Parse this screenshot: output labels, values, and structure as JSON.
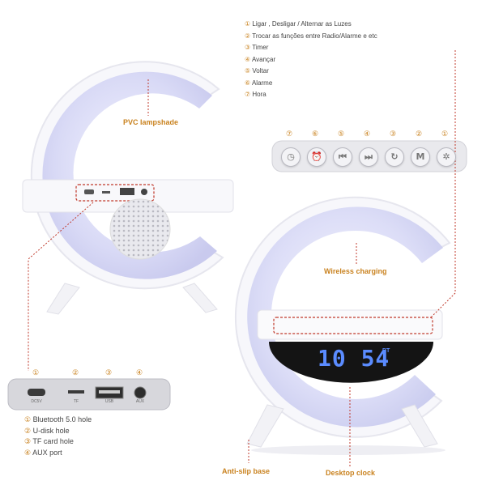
{
  "functions_legend": [
    {
      "num": "①",
      "text": "Ligar , Desligar / Alternar as Luzes"
    },
    {
      "num": "②",
      "text": "Trocar as funções entre Radio/Alarme e etc"
    },
    {
      "num": "③",
      "text": "Timer"
    },
    {
      "num": "④",
      "text": "Avançar"
    },
    {
      "num": "⑤",
      "text": "Voltar"
    },
    {
      "num": "⑥",
      "text": "Alarme"
    },
    {
      "num": "⑦",
      "text": "Hora"
    }
  ],
  "button_panel": {
    "numbers": [
      "⑦",
      "⑥",
      "⑤",
      "④",
      "③",
      "②",
      "①"
    ],
    "icons": [
      "clock-icon",
      "alarm-icon",
      "previous-icon",
      "next-icon",
      "timer-icon",
      "mode-icon",
      "power-light-icon"
    ]
  },
  "callouts": {
    "pvc_lampshade": "PVC lampshade",
    "wireless_charging": "Wireless charging",
    "anti_slip_base": "Anti-slip base",
    "desktop_clock": "Desktop clock"
  },
  "clock_display": {
    "time": "10 54",
    "badge": "BT"
  },
  "port_panel": {
    "numbers": [
      "①",
      "②",
      "③",
      "④"
    ],
    "labels": [
      "DC5V",
      "TF",
      "USB",
      "AUX"
    ]
  },
  "ports_legend": [
    {
      "num": "①",
      "text": "Bluetooth 5.0 hole"
    },
    {
      "num": "②",
      "text": "U-disk hole"
    },
    {
      "num": "③",
      "text": "TF card hole"
    },
    {
      "num": "④",
      "text": "AUX port"
    }
  ],
  "colors": {
    "accent": "#c9821f",
    "dash": "#c0392b",
    "glow": "#d7d8f5",
    "clock_digits": "#5b8cff"
  }
}
